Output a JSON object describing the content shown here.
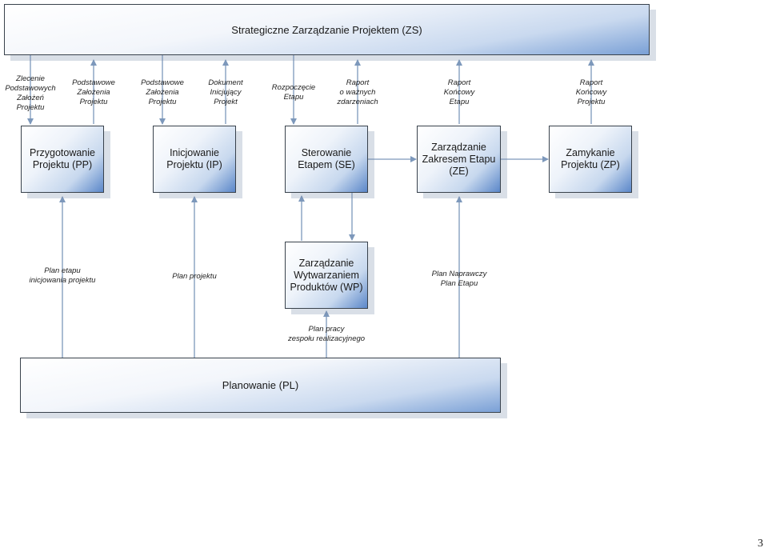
{
  "processes": {
    "zs": "Strategiczne Zarządzanie Projektem (ZS)",
    "pp": "Przygotowanie\nProjektu (PP)",
    "ip": "Inicjowanie\nProjektu (IP)",
    "se": "Sterowanie\nEtapem (SE)",
    "ze": "Zarządzanie\nZakresem Etapu\n(ZE)",
    "zp": "Zamykanie\nProjektu (ZP)",
    "wp": "Zarządzanie\nWytwarzaniem\nProduktów (WP)",
    "pl": "Planowanie (PL)"
  },
  "flows": {
    "zlecenie": "Zlecenie\nPodstawowych\nZałożeń\nProjektu",
    "podstawowe_pp": "Podstawowe\nZałożenia\nProjektu",
    "podstawowe_ip": "Podstawowe\nZałożenia\nProjektu",
    "dokument": "Dokument\nInicjujący\nProjekt",
    "rozpoczecie": "Rozpoczęcie\nEtapu",
    "raport_waznych": "Raport\no ważnych\nzdarzeniach",
    "raport_etapu": "Raport\nKońcowy\nEtapu",
    "raport_projektu": "Raport\nKońcowy\nProjektu",
    "plan_etapu": "Plan etapu\ninicjowania projektu",
    "plan_projektu": "Plan projektu",
    "plan_naprawczy": "Plan Naprawczy\nPlan Etapu",
    "plan_pracy": "Plan pracy\nzespołu realizacyjnego"
  },
  "page_number": "3",
  "colors": {
    "line": "#7d98bb",
    "border": "#39424c",
    "accent": "#5b87c9"
  }
}
